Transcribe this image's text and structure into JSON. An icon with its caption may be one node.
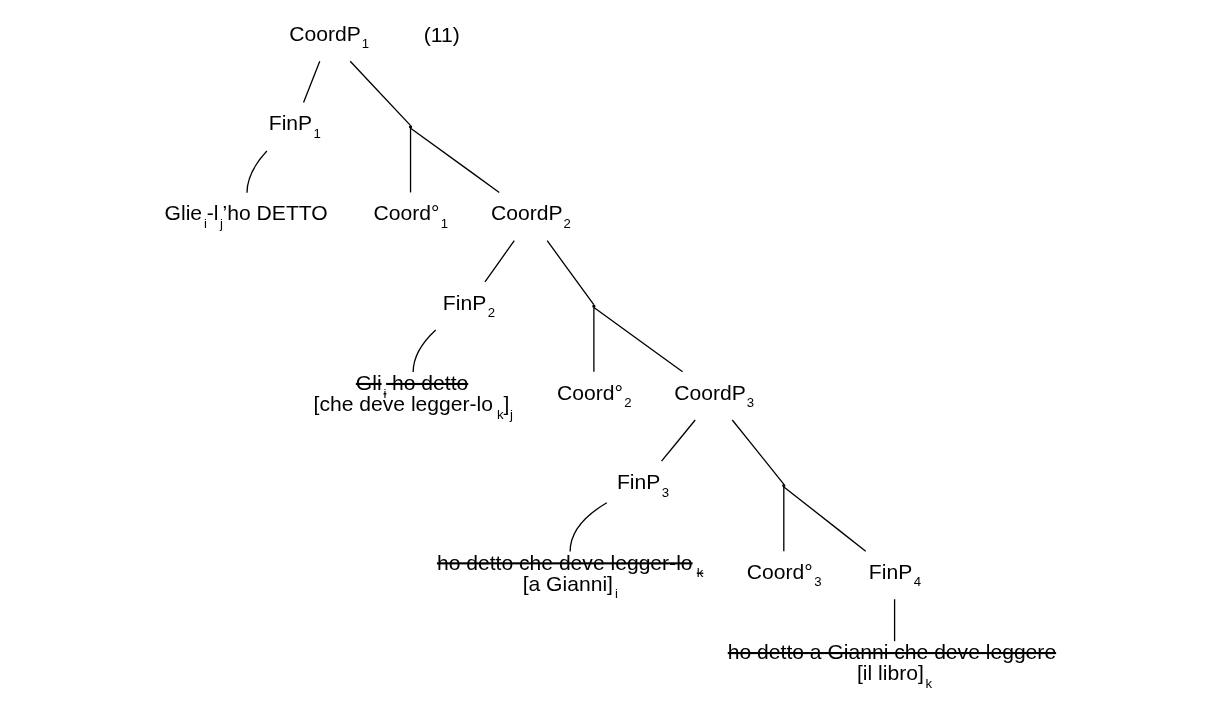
{
  "diagram": {
    "nodes": [
      {
        "text": [
          "CoordP$_{1}$"
        ]
      },
      {
        "text": [
          "FinP$_{1}$"
        ]
      },
      {
        "text": [],
        "shape": "point"
      },
      {
        "text": [
          "Glie$_{i}$-l$_{j}$’ho DETTO"
        ]
      },
      {
        "text": [
          "Coord°$_{1}$"
        ]
      },
      {
        "text": [
          "CoordP$_{2}$"
        ]
      },
      {
        "text": [
          "FinP$_{2}$"
        ]
      },
      {
        "text": [],
        "shape": "point"
      },
      {
        "text": [
          "Gli$_{i}$ ho detto",
          "[che deve legger-lo$_{k}$]$_{j}$"
        ]
      },
      {
        "text": [
          "Coord°$_{2}$"
        ]
      },
      {
        "text": [
          "CoordP$_{3}$"
        ]
      },
      {
        "text": [
          "FinP$_{3}$"
        ]
      },
      {
        "text": [],
        "shape": "point"
      },
      {
        "text": [
          "ho detto che deve legger-lo$_{k}$",
          "[a Gianni]$_{i}$"
        ]
      },
      {
        "text": [
          "Coord°$_{3}$"
        ]
      },
      {
        "text": [
          "FinP$_{4}$"
        ]
      },
      {
        "text": [
          "ho detto a Gianni che deve leggere",
          "[il libro]$_{k}$"
        ]
      }
    ],
    "edges": [
      {
        "from": 0,
        "to": 1,
        "arrow": "none"
      },
      {
        "from": 0,
        "to": 2,
        "arrow": "none"
      },
      {
        "from": 1,
        "to": 3,
        "arrow": "none"
      },
      {
        "from": 2,
        "to": 4,
        "arrow": "none"
      },
      {
        "from": 2,
        "to": 5,
        "arrow": "none"
      },
      {
        "from": 5,
        "to": 6,
        "arrow": "none"
      },
      {
        "from": 5,
        "to": 7,
        "arrow": "none"
      },
      {
        "from": 6,
        "to": 8,
        "arrow": "none"
      },
      {
        "from": 7,
        "to": 9,
        "arrow": "none"
      },
      {
        "from": 7,
        "to": 10,
        "arrow": "none"
      },
      {
        "from": 10,
        "to": 11,
        "arrow": "none"
      },
      {
        "from": 10,
        "to": 12,
        "arrow": "none"
      },
      {
        "from": 11,
        "to": 13,
        "arrow": "none"
      },
      {
        "from": 12,
        "to": 14,
        "arrow": "none"
      },
      {
        "from": 12,
        "to": 15,
        "arrow": "none"
      },
      {
        "from": 15,
        "to": 16,
        "arrow": "none"
      }
    ],
    "labels": [
      "(11)"
    ]
  }
}
